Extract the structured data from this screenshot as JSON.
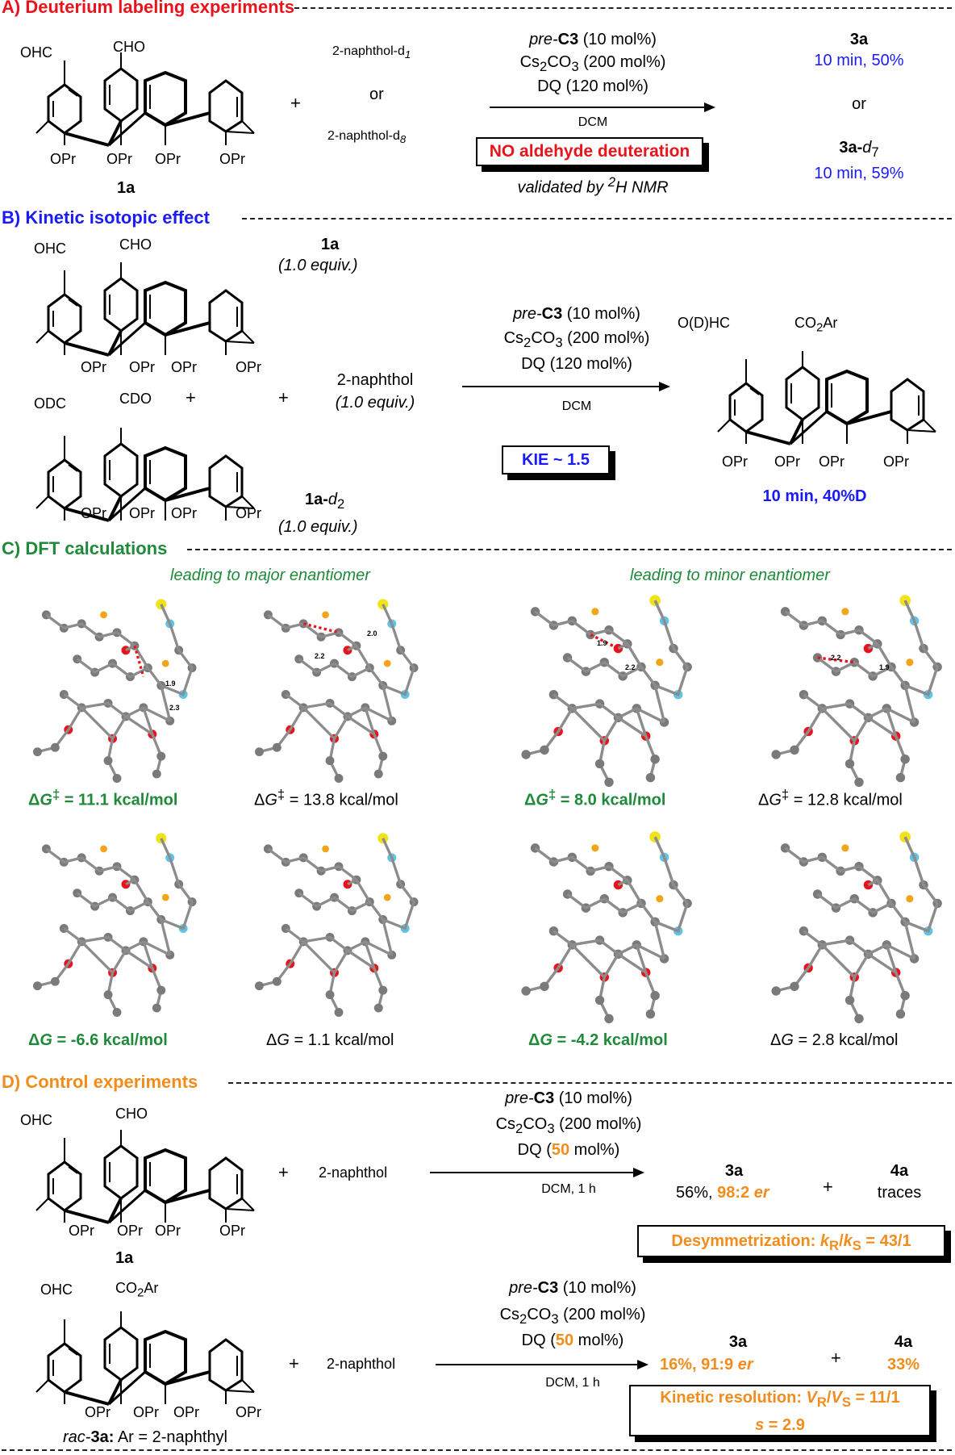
{
  "sectionA": {
    "heading": "A) Deuterium labeling experiments",
    "mol_label": "1a",
    "substituents": {
      "cho_left": "OHC",
      "cho_top": "CHO",
      "opr": "OPr"
    },
    "plus": "+",
    "reagent_1": "2-naphthol-d",
    "reagent_1_sub": "1",
    "or": "or",
    "reagent_2": "2-naphthol-d",
    "reagent_2_sub": "8",
    "cond_cat_pre": "pre-",
    "cond_cat_bold": "C3",
    "cond_cat_tail": " (10 mol%)",
    "cond_base_a": "Cs",
    "cond_base_s1": "2",
    "cond_base_b": "CO",
    "cond_base_s2": "3",
    "cond_base_c": " (200 mol%)",
    "cond_ox": "DQ (120 mol%)",
    "cond_solvent": "DCM",
    "box_text": "NO aldehyde deuteration",
    "validated_a": "validated by ",
    "validated_sup": "2",
    "validated_b": "H NMR",
    "product_1": "3a",
    "product_1_result": "10 min, 50%",
    "product_or": "or",
    "product_2": "3a-",
    "product_2_d": "d",
    "product_2_sub": "7",
    "product_2_result": "10 min, 59%"
  },
  "sectionB": {
    "heading": "B) Kinetic isotopic effect",
    "mol1_label": "1a",
    "mol1_equiv": "(1.0 equiv.)",
    "mol2_label_a": "1a-",
    "mol2_label_d": "d",
    "mol2_label_sub": "2",
    "mol2_equiv": "(1.0 equiv.)",
    "mol2_left": "ODC",
    "mol2_top": "CDO",
    "plus": "+",
    "reagent": "2-naphthol",
    "reagent_equiv": "(1.0 equiv.)",
    "cond_ox": "DQ (120 mol%)",
    "cond_solvent": "DCM",
    "box_text": "KIE ~ 1.5",
    "product_left": "O(D)HC",
    "product_top_a": "CO",
    "product_top_sub": "2",
    "product_top_b": "Ar",
    "product_result": "10 min, 40%D"
  },
  "sectionC": {
    "heading": "C) DFT calculations",
    "major_title": "leading to major enantiomer",
    "minor_title": "leading to minor enantiomer",
    "row1": [
      {
        "prefix": "ΔG",
        "sup": "‡",
        "value": " = 11.1 kcal/mol",
        "highlight": true
      },
      {
        "prefix": "ΔG",
        "sup": "‡",
        "value": " = 13.8 kcal/mol",
        "highlight": false
      },
      {
        "prefix": "ΔG",
        "sup": "‡",
        "value": " = 8.0 kcal/mol",
        "highlight": true
      },
      {
        "prefix": "ΔG",
        "sup": "‡",
        "value": " = 12.8 kcal/mol",
        "highlight": false
      }
    ],
    "row2": [
      {
        "prefix": "ΔG",
        "value": " = -6.6 kcal/mol",
        "highlight": true
      },
      {
        "prefix": "ΔG",
        "value": " = 1.1 kcal/mol",
        "highlight": false
      },
      {
        "prefix": "ΔG",
        "value": " = -4.2 kcal/mol",
        "highlight": true
      },
      {
        "prefix": "ΔG",
        "value": " = 2.8 kcal/mol",
        "highlight": false
      }
    ],
    "distances": [
      "1.9",
      "2.3",
      "2.0",
      "2.2",
      "1.9",
      "2.2",
      "2.2",
      "1.9"
    ]
  },
  "sectionD": {
    "heading": "D) Control experiments",
    "exp1": {
      "mol_label": "1a",
      "reagent": "2-naphthol",
      "cond_ox_a": "DQ (",
      "cond_ox_val": "50",
      "cond_ox_b": " mol%)",
      "cond_solvent": "DCM, 1 h",
      "product_1": "3a",
      "product_1_yield": "56%, ",
      "product_1_er": "98:2 ",
      "product_1_er_it": "er",
      "product_2": "4a",
      "product_2_result": "traces",
      "box_a": "Desymmetrization: ",
      "box_k": "k",
      "box_r": "R",
      "box_slash": "/",
      "box_s": "S",
      "box_b": " = 43/1"
    },
    "exp2": {
      "mol_label_a": "rac-",
      "mol_label_b": "3a:",
      "mol_label_c": " Ar = 2-naphthyl",
      "reagent": "2-naphthol",
      "cond_ox_a": "DQ (",
      "cond_ox_val": "50",
      "cond_ox_b": " mol%)",
      "cond_solvent": "DCM, 1 h",
      "product_1": "3a",
      "product_1_result": "16%, 91:9 ",
      "product_1_er": "er",
      "product_2": "4a",
      "product_2_result": "33%",
      "box_line1_a": "Kinetic resolution: ",
      "box_v": "V",
      "box_r": "R",
      "box_slash": "/",
      "box_s": "S",
      "box_line1_b": " = 11/1",
      "box_line2_s": "s",
      "box_line2_b": " = 2.9"
    }
  },
  "colors": {
    "red": "#e8141c",
    "blue": "#1a1aff",
    "green": "#1f8a3a",
    "orange": "#f28c1c",
    "oxygen": "#e8141c",
    "nitrogen": "#5fc3e6",
    "fluorine": "#f2a51a",
    "sulfur": "#f0e31a",
    "carbon": "#7a7a7a"
  }
}
